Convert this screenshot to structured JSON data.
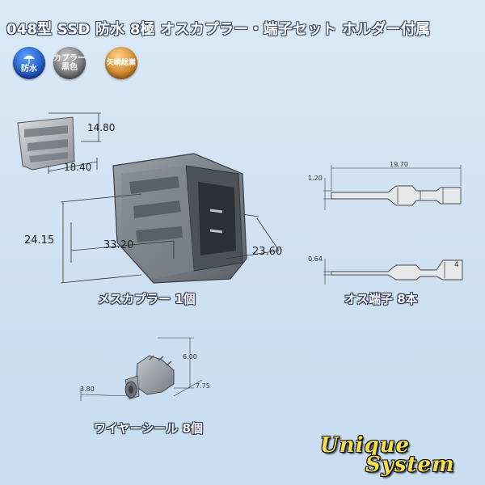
{
  "title": "048型 SSD 防水 8極 オスカプラー・端子セット ホルダー付属",
  "badges": [
    {
      "line1": "防水",
      "line2": "",
      "color": "#1b4fb8",
      "icon": "umbrella-icon"
    },
    {
      "line1": "カプラー",
      "line2": "黒色",
      "color": "#6a6a6a"
    },
    {
      "line1": "矢崎総業",
      "line2": "",
      "color": "#c97a1d"
    }
  ],
  "holder": {
    "dim_height": "14.80",
    "dim_width": "18.40"
  },
  "coupler": {
    "label": "メスカプラー 1個",
    "dim_height": "24.15",
    "dim_length": "33.20",
    "dim_depth": "23.60"
  },
  "terminal": {
    "label": "オス端子 8本",
    "dim_length": "19.70",
    "dim_height": "1.20",
    "dim_thickness": "0.64",
    "mark": "4"
  },
  "seal": {
    "label": "ワイヤーシール 8個",
    "dim_diameter": "6.00",
    "dim_length": "7.75",
    "dim_inner": "3.80"
  },
  "logo": {
    "line1": "Unique",
    "line2": "System",
    "color": "#f6e04a"
  }
}
